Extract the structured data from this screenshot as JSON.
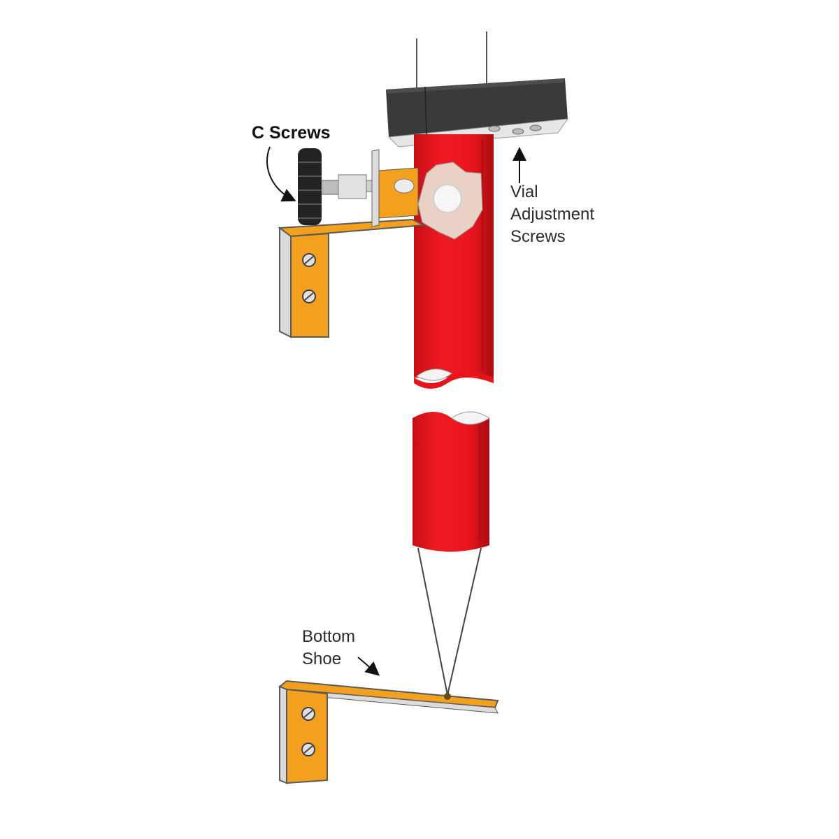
{
  "labels": {
    "c_screws": "C Screws",
    "vial_line1": "Vial",
    "vial_line2": "Adjustment",
    "vial_line3": "Screws",
    "bottom_line1": "Bottom",
    "bottom_line2": "Shoe"
  },
  "colors": {
    "rod": "#e8141c",
    "rod_dark": "#b50d12",
    "bracket": "#f2a01e",
    "bracket_edge": "#5a5a5a",
    "block": "#3a3a3a",
    "knob": "#222222",
    "background": "#ffffff"
  }
}
